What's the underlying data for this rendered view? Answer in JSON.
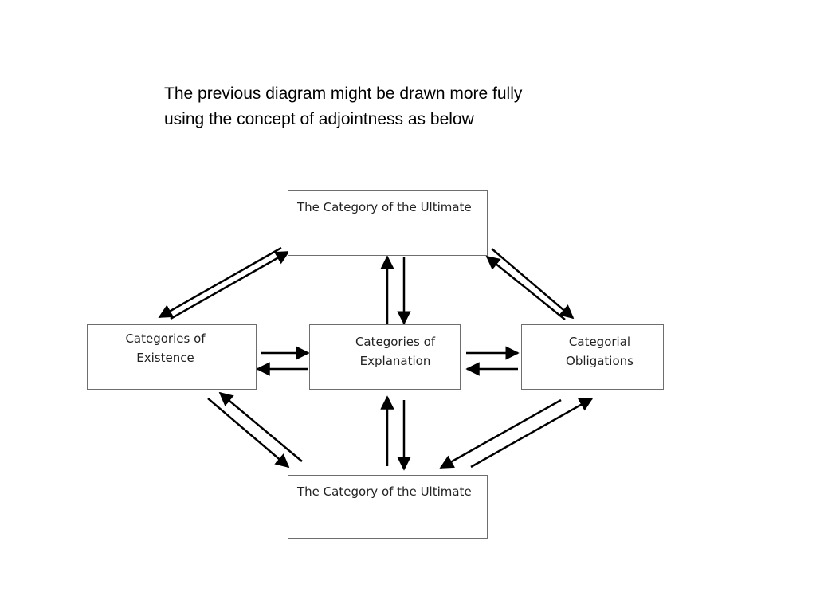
{
  "intro": {
    "line1": "The previous diagram might be drawn more fully",
    "line2": "using the concept of adjointness as below"
  },
  "boxes": {
    "top": "The Category of the Ultimate",
    "bottom": "The Category of the Ultimate",
    "existence": [
      "Categories of",
      "Existence"
    ],
    "explanation": [
      "Categories of",
      "Explanation"
    ],
    "obligations": [
      "Categorial",
      "Obligations"
    ]
  },
  "arrow_color": "#000000",
  "box_border_color": "#6e6e6e"
}
